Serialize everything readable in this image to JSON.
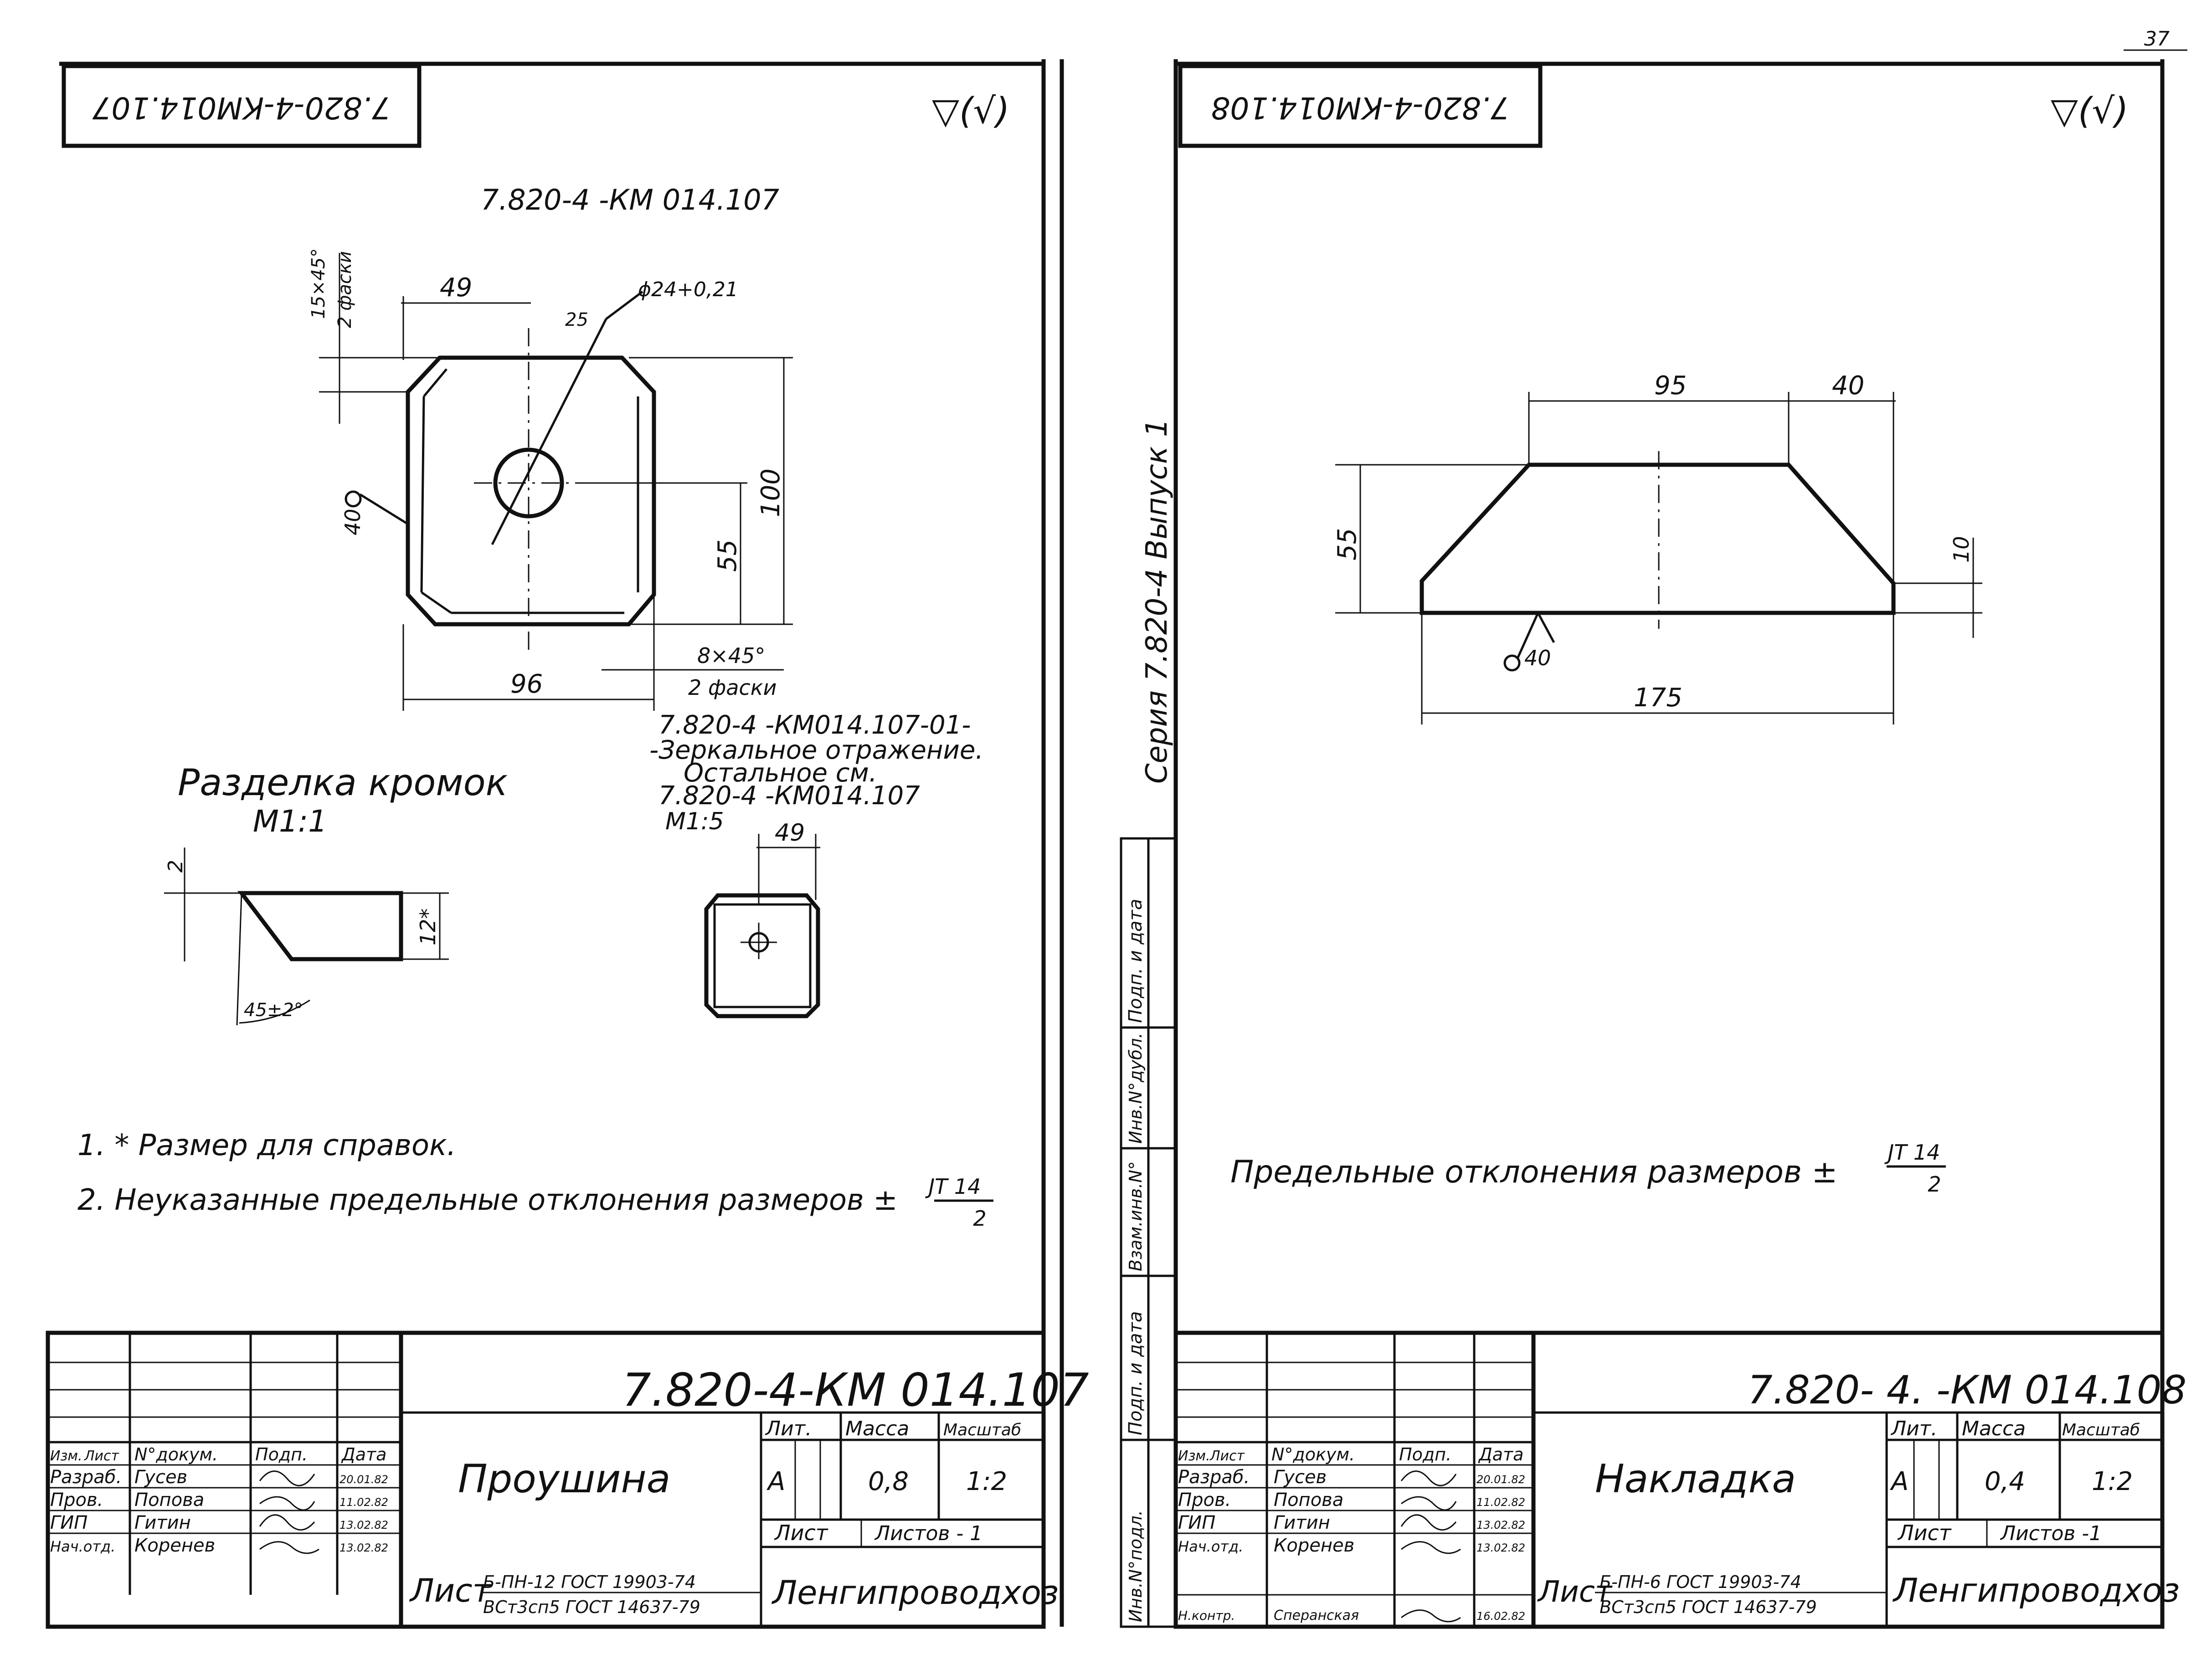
{
  "page_number": "37",
  "left_sheet": {
    "stamp_code_rotated": "7.820-4-КМ014.107",
    "surface_mark": "▽(√)",
    "view_title": "7.820-4 -КМ 014.107",
    "dims": {
      "chamfer_top": "15×45°",
      "chamfer_top_note": "2 фаски",
      "width_49": "49",
      "hole": "ϕ24+0,21",
      "hole_angle": "25",
      "weld": "40",
      "height_100": "100",
      "height_55": "55",
      "width_96": "96",
      "chamfer_bottom": "8×45°",
      "chamfer_bottom_note": "2 фаски"
    },
    "mirror_note": [
      "7.820-4 -КМ014.107-01-",
      "-Зеркальное отражение.",
      "Остальное см.",
      "7.820-4 -КМ014.107"
    ],
    "small_view": {
      "scale": "М1:5",
      "dim": "49"
    },
    "edge_prep": {
      "title": "Разделка кромок",
      "scale": "М1:1",
      "dim_2": "2",
      "dim_12": "12*",
      "angle": "45±2°"
    },
    "notes": [
      "1. * Размер для справок.",
      "2. Неуказанные предельные отклонения размеров ±"
    ],
    "tolerance": {
      "numerator": "JT 14",
      "denominator": "2"
    },
    "title_block": {
      "code": "7.820-4-КМ 014.107",
      "name": "Проушина",
      "headers": [
        "Изм.",
        "Лист",
        "N°докум.",
        "Подп.",
        "Дата"
      ],
      "rows": [
        {
          "role": "Разраб.",
          "name": "Гусев",
          "date": "20.01.82"
        },
        {
          "role": "Пров.",
          "name": "Попова",
          "date": "11.02.82"
        },
        {
          "role": "ГИП",
          "name": "Гитин",
          "date": "13.02.82"
        },
        {
          "role": "Нач.отд.",
          "name": "Коренев",
          "date": "13.02.82"
        }
      ],
      "lit_label": "Лит.",
      "mass_label": "Масса",
      "scale_label": "Масштаб",
      "lit": "А",
      "mass": "0,8",
      "scale": "1:2",
      "sheet_label": "Лист",
      "sheets_label": "Листов - 1",
      "material_prefix": "Лист",
      "material_top": "Б-ПН-12 ГОСТ 19903-74",
      "material_bottom": "ВСт3сп5 ГОСТ 14637-79",
      "org": "Ленгипроводхоз"
    }
  },
  "right_sheet": {
    "stamp_code_rotated": "7.820-4-КМ014.108",
    "surface_mark": "▽(√)",
    "series_label": "Серия 7.820-4   Выпуск 1",
    "dims": {
      "top_95": "95",
      "top_40": "40",
      "left_55": "55",
      "right_10": "10",
      "weld": "40",
      "bottom_175": "175"
    },
    "side_stamp": [
      "Подп. и дата",
      "Инв.N°дубл.",
      "Взам.инв.N°",
      "Подп. и дата",
      "Инв.N°подл."
    ],
    "tolerance_note": "Предельные отклонения размеров ±",
    "tolerance": {
      "numerator": "JT 14",
      "denominator": "2"
    },
    "title_block": {
      "code": "7.820- 4. -КМ 014.108",
      "name": "Накладка",
      "headers": [
        "Изм.",
        "Лист",
        "N°докум.",
        "Подп.",
        "Дата"
      ],
      "rows": [
        {
          "role": "Разраб.",
          "name": "Гусев",
          "date": "20.01.82"
        },
        {
          "role": "Пров.",
          "name": "Попова",
          "date": "11.02.82"
        },
        {
          "role": "ГИП",
          "name": "Гитин",
          "date": "13.02.82"
        },
        {
          "role": "Нач.отд.",
          "name": "Коренев",
          "date": "13.02.82"
        },
        {
          "role": "Н.контр.",
          "name": "Сперанская",
          "date": "16.02.82"
        }
      ],
      "lit_label": "Лит.",
      "mass_label": "Масса",
      "scale_label": "Масштаб",
      "lit": "А",
      "mass": "0,4",
      "scale": "1:2",
      "sheet_label": "Лист",
      "sheets_label": "Листов -1",
      "material_prefix": "Лист",
      "material_top": "Б-ПН-6 ГОСТ 19903-74",
      "material_bottom": "ВСт3сп5 ГОСТ 14637-79",
      "org": "Ленгипроводхоз"
    }
  }
}
